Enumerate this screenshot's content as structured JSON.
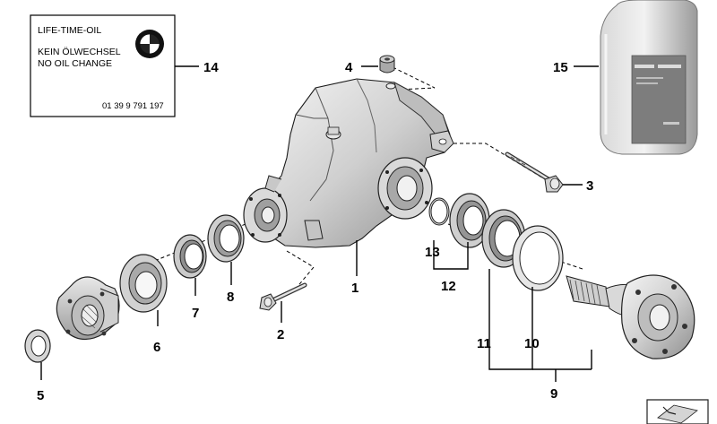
{
  "label_card": {
    "line1": "LIFE-TIME-OIL",
    "line2": "KEIN ÖLWECHSEL",
    "line3": "NO OIL CHANGE",
    "part_number": "01 39 9 791 197",
    "logo": "bmw-roundel"
  },
  "callouts": {
    "c1": "1",
    "c2": "2",
    "c3": "3",
    "c4": "4",
    "c5": "5",
    "c6": "6",
    "c7": "7",
    "c8": "8",
    "c9": "9",
    "c10": "10",
    "c11": "11",
    "c12": "12",
    "c13": "13",
    "c14": "14",
    "c15": "15"
  }
}
